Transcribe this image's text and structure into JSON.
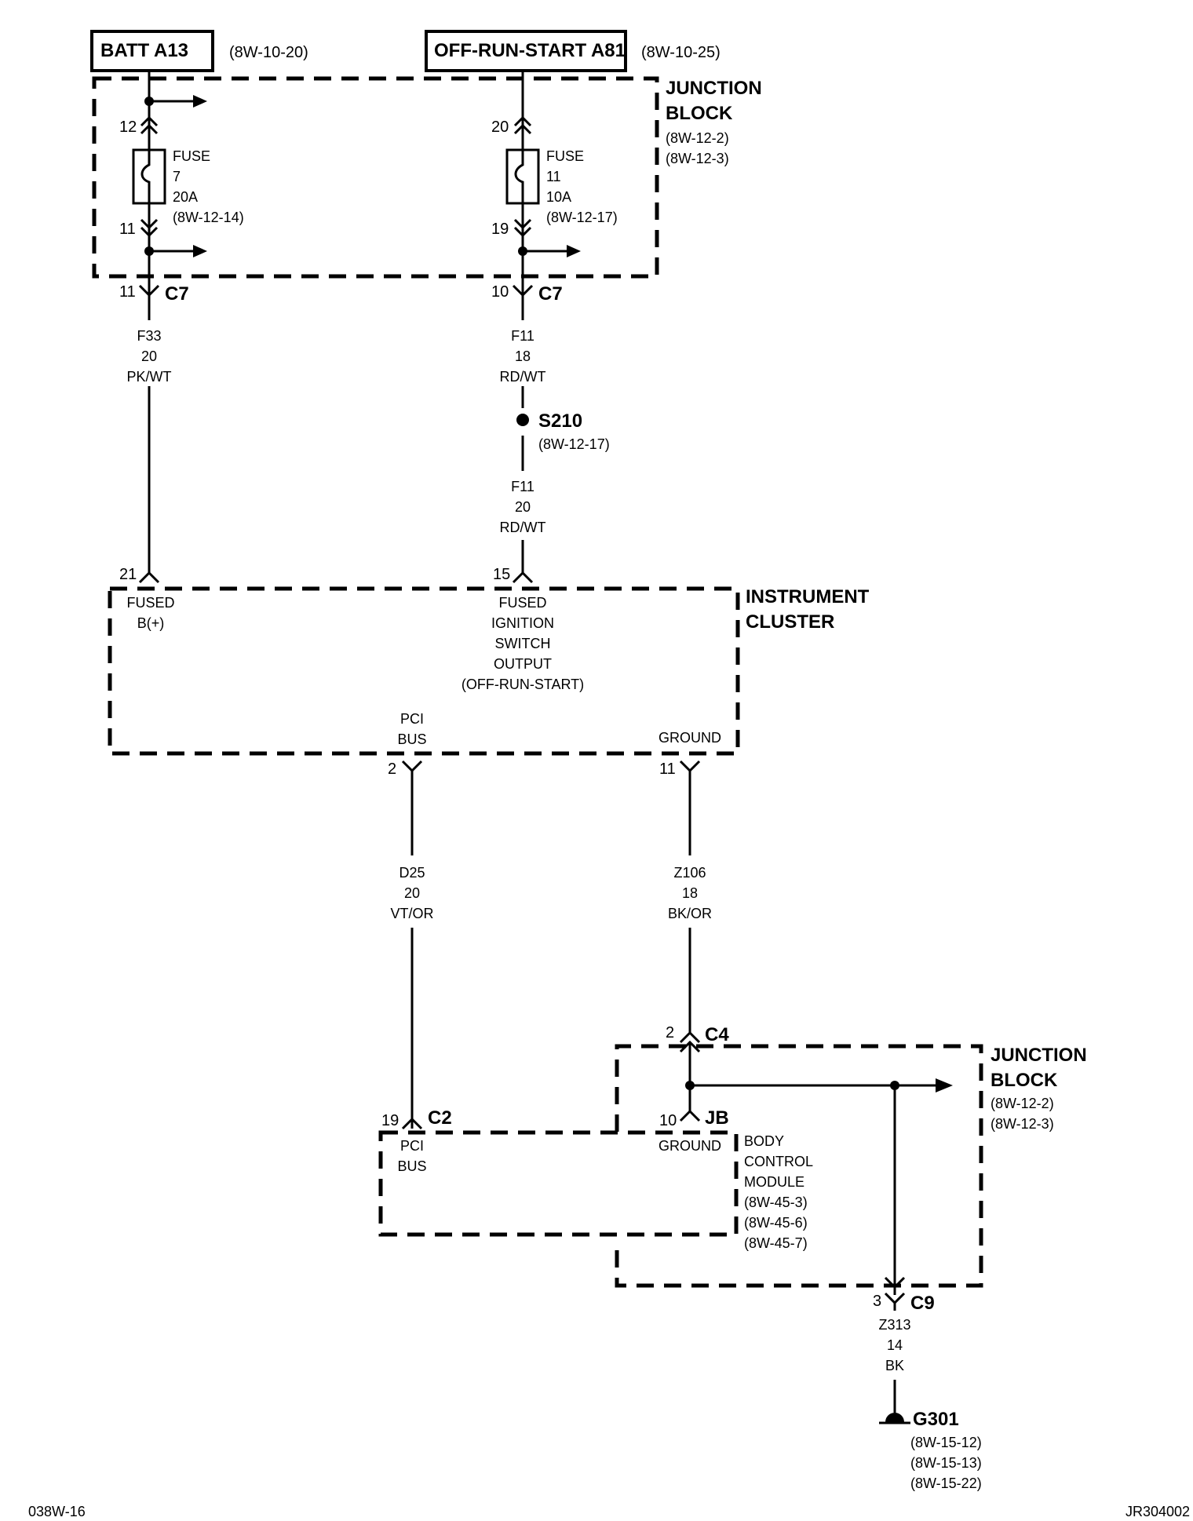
{
  "sources": {
    "batt": {
      "label": "BATT A13",
      "ref": "(8W-10-20)"
    },
    "ign": {
      "label": "OFF-RUN-START A81",
      "ref": "(8W-10-25)"
    }
  },
  "junction_block_top": {
    "title1": "JUNCTION",
    "title2": "BLOCK",
    "ref1": "(8W-12-2)",
    "ref2": "(8W-12-3)"
  },
  "fuse7": {
    "in_pin": "12",
    "out_pin": "11",
    "l1": "FUSE",
    "l2": "7",
    "l3": "20A",
    "l4": "(8W-12-14)"
  },
  "fuse11": {
    "in_pin": "20",
    "out_pin": "19",
    "l1": "FUSE",
    "l2": "11",
    "l3": "10A",
    "l4": "(8W-12-17)"
  },
  "c7_left": {
    "pin": "11",
    "name": "C7"
  },
  "c7_right": {
    "pin": "10",
    "name": "C7"
  },
  "wire_f33": {
    "code": "F33",
    "gauge": "20",
    "color": "PK/WT"
  },
  "wire_f11a": {
    "code": "F11",
    "gauge": "18",
    "color": "RD/WT"
  },
  "splice": {
    "name": "S210",
    "ref": "(8W-12-17)"
  },
  "wire_f11b": {
    "code": "F11",
    "gauge": "20",
    "color": "RD/WT"
  },
  "cluster": {
    "title1": "INSTRUMENT",
    "title2": "CLUSTER",
    "pin_b": "21",
    "b_l1": "FUSED",
    "b_l2": "B(+)",
    "pin_ign": "15",
    "ign_l1": "FUSED",
    "ign_l2": "IGNITION",
    "ign_l3": "SWITCH",
    "ign_l4": "OUTPUT",
    "ign_l5": "(OFF-RUN-START)",
    "pci_l1": "PCI",
    "pci_l2": "BUS",
    "pin_pci": "2",
    "gnd_l1": "GROUND",
    "pin_gnd": "11"
  },
  "wire_d25": {
    "code": "D25",
    "gauge": "20",
    "color": "VT/OR"
  },
  "wire_z106": {
    "code": "Z106",
    "gauge": "18",
    "color": "BK/OR"
  },
  "c4": {
    "pin": "2",
    "name": "C4"
  },
  "junction_block_bottom": {
    "title1": "JUNCTION",
    "title2": "BLOCK",
    "ref1": "(8W-12-2)",
    "ref2": "(8W-12-3)"
  },
  "bcm": {
    "pin_pci": "19",
    "conn_pci": "C2",
    "pci_l1": "PCI",
    "pci_l2": "BUS",
    "pin_gnd": "10",
    "conn_gnd": "JB",
    "gnd_l1": "GROUND",
    "title1": "BODY",
    "title2": "CONTROL",
    "title3": "MODULE",
    "ref1": "(8W-45-3)",
    "ref2": "(8W-45-6)",
    "ref3": "(8W-45-7)"
  },
  "c9": {
    "pin": "3",
    "name": "C9"
  },
  "wire_z313": {
    "code": "Z313",
    "gauge": "14",
    "color": "BK"
  },
  "ground": {
    "name": "G301",
    "ref1": "(8W-15-12)",
    "ref2": "(8W-15-13)",
    "ref3": "(8W-15-22)"
  },
  "footer": {
    "left": "038W-16",
    "right": "JR304002"
  }
}
